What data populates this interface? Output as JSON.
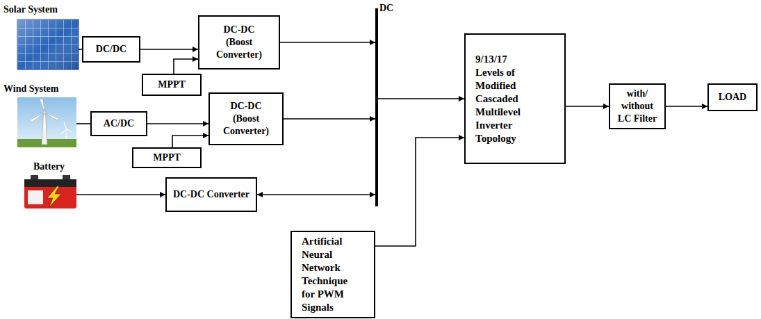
{
  "diagram": {
    "nodes": [
      {
        "text": [
          "Solar System"
        ]
      },
      {
        "text": [
          "DC/DC"
        ]
      },
      {
        "text": [
          "DC-DC (Boost Converter)"
        ]
      },
      {
        "text": [
          "MPPT"
        ]
      },
      {
        "text": [
          "Wind System"
        ]
      },
      {
        "text": [
          "AC/DC"
        ]
      },
      {
        "text": [
          "DC-DC (Boost Converter)"
        ]
      },
      {
        "text": [
          "MPPT"
        ]
      },
      {
        "text": [
          "Battery"
        ]
      },
      {
        "text": [
          "DC-DC Converter"
        ]
      },
      {
        "text": [
          "DC"
        ]
      },
      {
        "text": [
          "9/13/17 Levels of Modified Cascaded Multilevel Inverter Topology"
        ]
      },
      {
        "text": [
          "with/ without LC Filter"
        ]
      },
      {
        "text": [
          "LOAD"
        ]
      },
      {
        "text": [
          "Artificial Neural Network Technique for PWM Signals"
        ]
      }
    ],
    "edges": [
      {
        "from": 0,
        "to": 1,
        "arrow": "none"
      },
      {
        "from": 1,
        "to": 2,
        "arrow": "to"
      },
      {
        "from": 3,
        "to": 2,
        "arrow": "to"
      },
      {
        "from": 2,
        "to": 10,
        "arrow": "to"
      },
      {
        "from": 4,
        "to": 5,
        "arrow": "none"
      },
      {
        "from": 5,
        "to": 6,
        "arrow": "to"
      },
      {
        "from": 7,
        "to": 6,
        "arrow": "to"
      },
      {
        "from": 6,
        "to": 10,
        "arrow": "to"
      },
      {
        "from": 8,
        "to": 9,
        "arrow": "to"
      },
      {
        "from": 9,
        "to": 10,
        "arrow": "both"
      },
      {
        "from": 10,
        "to": 11,
        "arrow": "to"
      },
      {
        "from": 14,
        "to": 11,
        "arrow": "to"
      },
      {
        "from": 11,
        "to": 12,
        "arrow": "to"
      },
      {
        "from": 12,
        "to": 13,
        "arrow": "to"
      }
    ]
  }
}
